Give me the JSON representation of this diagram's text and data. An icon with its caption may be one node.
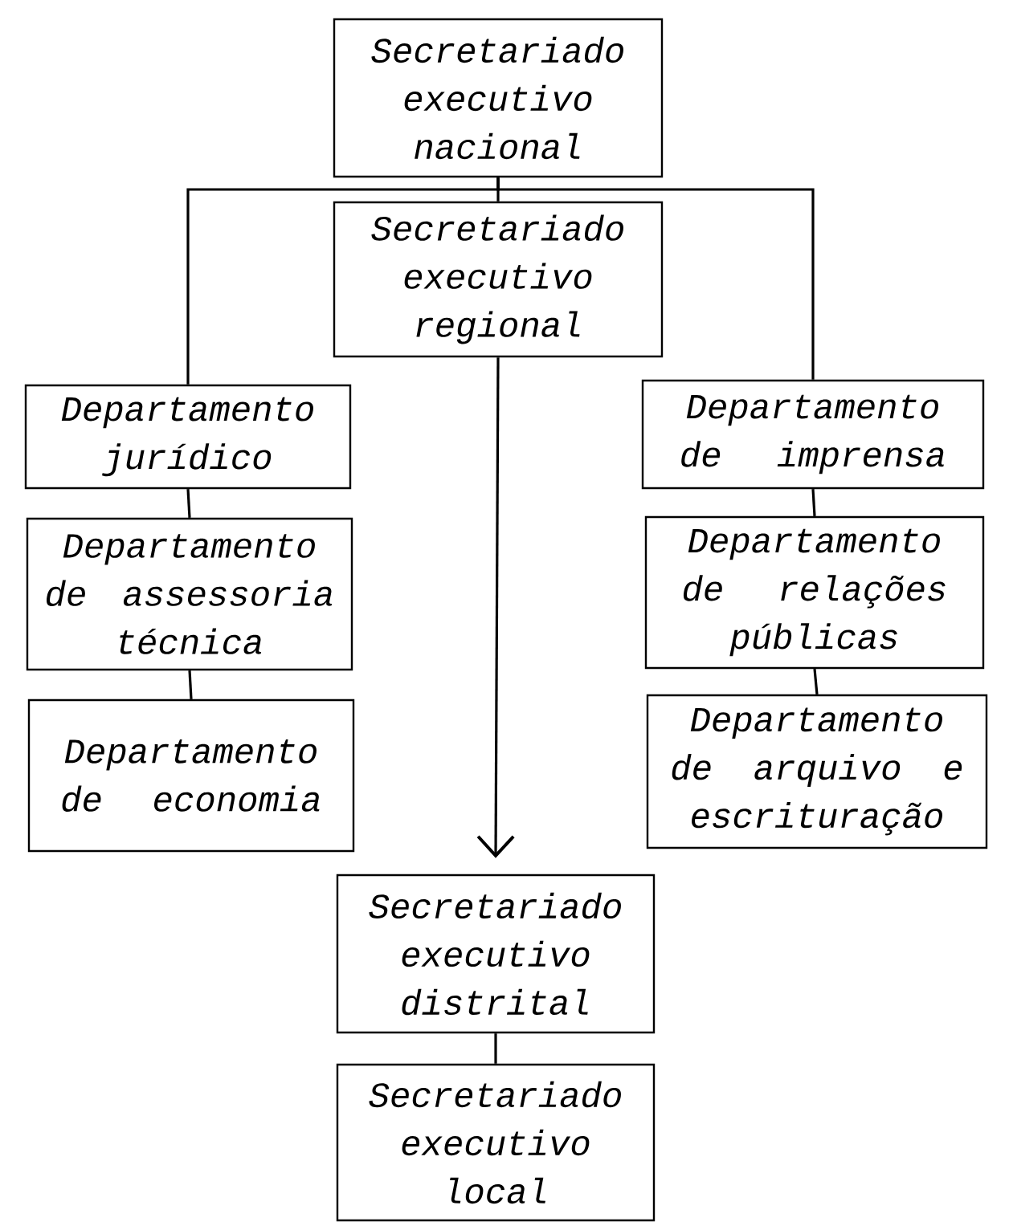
{
  "diagram": {
    "nodes": [
      {
        "text": [
          "Secretariado executivo nacional"
        ]
      },
      {
        "text": [
          "Secretariado executivo regional"
        ]
      },
      {
        "text": [
          "Departamento jurídico"
        ]
      },
      {
        "text": [
          "Departamento de assessoria técnica"
        ]
      },
      {
        "text": [
          "Departamento de economia"
        ]
      },
      {
        "text": [
          "Departamento de imprensa"
        ]
      },
      {
        "text": [
          "Departamento de relações públicas"
        ]
      },
      {
        "text": [
          "Departamento de arquivo e escrituração"
        ]
      },
      {
        "text": [
          "Secretariado executivo distrital"
        ]
      },
      {
        "text": [
          "Secretariado executivo local"
        ]
      }
    ],
    "edges": [
      {
        "from": 0,
        "to": 1,
        "arrow": "none"
      },
      {
        "from": 0,
        "to": 2,
        "arrow": "none"
      },
      {
        "from": 0,
        "to": 5,
        "arrow": "none"
      },
      {
        "from": 2,
        "to": 3,
        "arrow": "none"
      },
      {
        "from": 3,
        "to": 4,
        "arrow": "none"
      },
      {
        "from": 5,
        "to": 6,
        "arrow": "none"
      },
      {
        "from": 6,
        "to": 7,
        "arrow": "none"
      },
      {
        "from": 1,
        "to": 8,
        "arrow": "to"
      },
      {
        "from": 8,
        "to": 9,
        "arrow": "none"
      }
    ]
  }
}
